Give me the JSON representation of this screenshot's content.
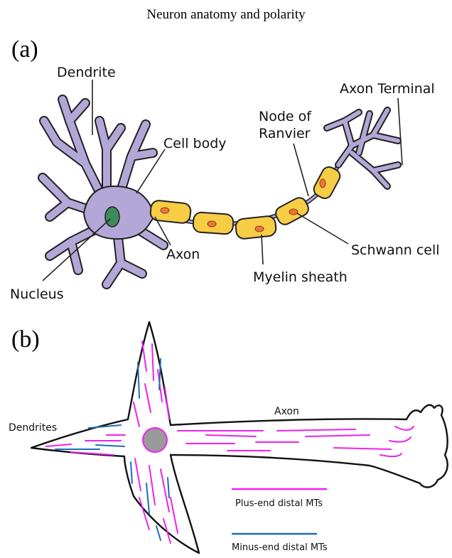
{
  "title": "Neuron anatomy and polarity",
  "panels": {
    "a": {
      "tag": "(a)",
      "labels": {
        "dendrite": "Dendrite",
        "cell_body": "Cell body",
        "nucleus": "Nucleus",
        "axon": "Axon",
        "node_of_ranvier_line1": "Node of",
        "node_of_ranvier_line2": "Ranvier",
        "axon_terminal": "Axon Terminal",
        "schwann_cell": "Schwann cell",
        "myelin_sheath": "Myelin sheath"
      }
    },
    "b": {
      "tag": "(b)",
      "labels": {
        "dendrites": "Dendrites",
        "axon": "Axon"
      },
      "legend": {
        "plus_end": "Plus-end distal MTs",
        "minus_end": "Minus-end distal MTs"
      }
    }
  },
  "colors": {
    "neuron_fill": "#b3a7d8",
    "myelin_fill": "#f6cd45",
    "schwann_nucleus": "#e8783a",
    "nucleus_fill": "#3f8a5a",
    "cell_b_nucleus": "#999999",
    "plus_end_mt": "#ee22ee",
    "minus_end_mt": "#1d6eb5"
  }
}
